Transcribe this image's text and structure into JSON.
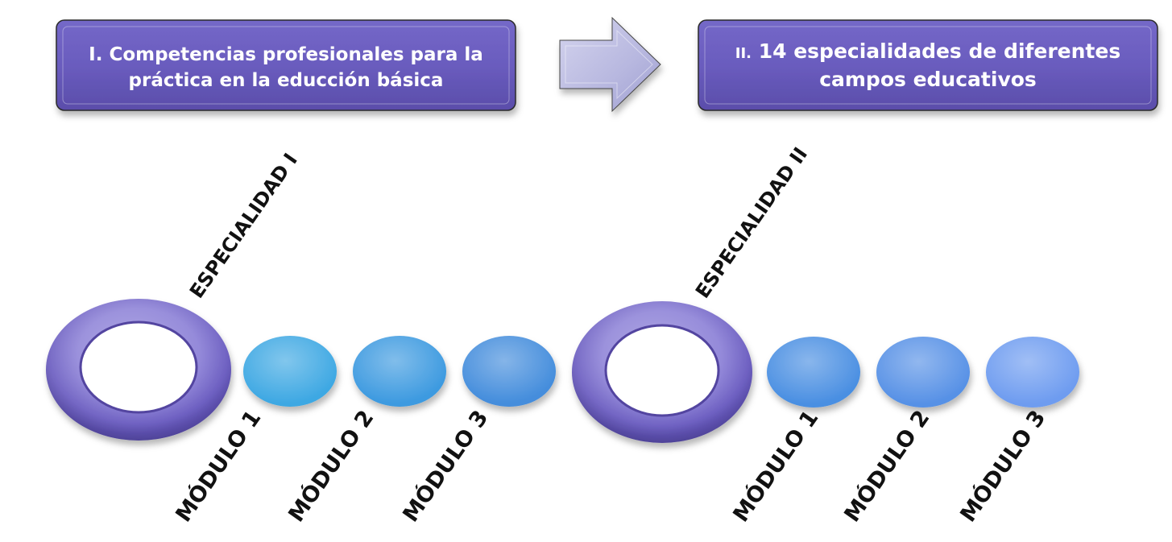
{
  "header": {
    "box1_line1": "I. Competencias profesionales para la",
    "box1_line2": "práctica en la educción básica",
    "box2_prefix": "II.",
    "box2_line1": "14 especialidades de diferentes",
    "box2_line2": "campos educativos"
  },
  "specialties": [
    {
      "label": "ESPECIALIDAD I",
      "ring_color": "#6a5cc0",
      "modules": [
        {
          "label": "MÓDULO 1",
          "color": "#3ea8e3"
        },
        {
          "label": "MÓDULO 2",
          "color": "#3d9ae0"
        },
        {
          "label": "MÓDULO 3",
          "color": "#448ddc"
        }
      ]
    },
    {
      "label": "ESPECIALIDAD II",
      "ring_color": "#6a5cc0",
      "modules": [
        {
          "label": "MÓDULO 1",
          "color": "#4a8fe2"
        },
        {
          "label": "MÓDULO 2",
          "color": "#5791e6"
        },
        {
          "label": "MÓDULO 3",
          "color": "#6e9cf0"
        }
      ]
    }
  ],
  "colors": {
    "box_fill": "#6a5cbe",
    "arrow_fill": "#b9b9e0",
    "ring": "#6a5cc0"
  }
}
